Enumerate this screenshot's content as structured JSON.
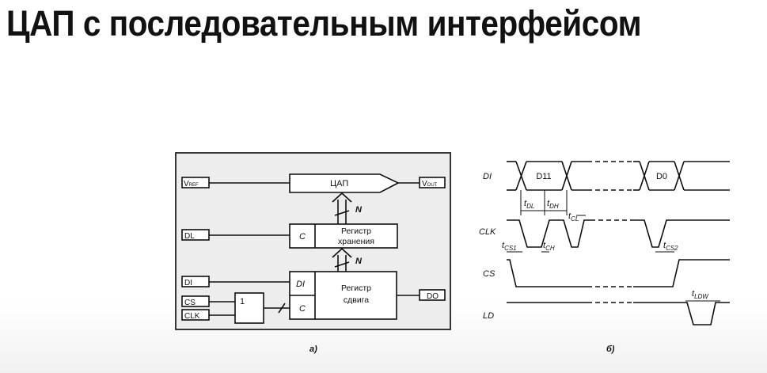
{
  "slide": {
    "title": "ЦАП с последовательным интерфейсом"
  },
  "figure_a": {
    "caption": "а)",
    "pins": {
      "vref": "V",
      "vref_sub": "REF",
      "vout": "V",
      "vout_sub": "OUT",
      "dl": "DL",
      "di": "DI",
      "cs": "CS",
      "clk": "CLK",
      "do": "DO"
    },
    "dac_label": "ЦАП",
    "bus_label": "N",
    "hold_register": {
      "c": "C",
      "line1": "Регистр",
      "line2": "хранения"
    },
    "shift_register": {
      "di": "DI",
      "c": "C",
      "line1": "Регистр",
      "line2": "сдвига"
    },
    "and_gate": "1"
  },
  "figure_b": {
    "caption": "б)",
    "signals": {
      "di": "DI",
      "clk": "CLK",
      "cs": "CS",
      "ld": "LD"
    },
    "data_cells": {
      "first": "D11",
      "last": "D0"
    },
    "timing": {
      "t": "t",
      "dl": "DL",
      "dh": "DH",
      "cl": "CL",
      "cs1": "CS1",
      "ch": "CH",
      "cs2": "CS2",
      "ldw": "LDW"
    }
  }
}
